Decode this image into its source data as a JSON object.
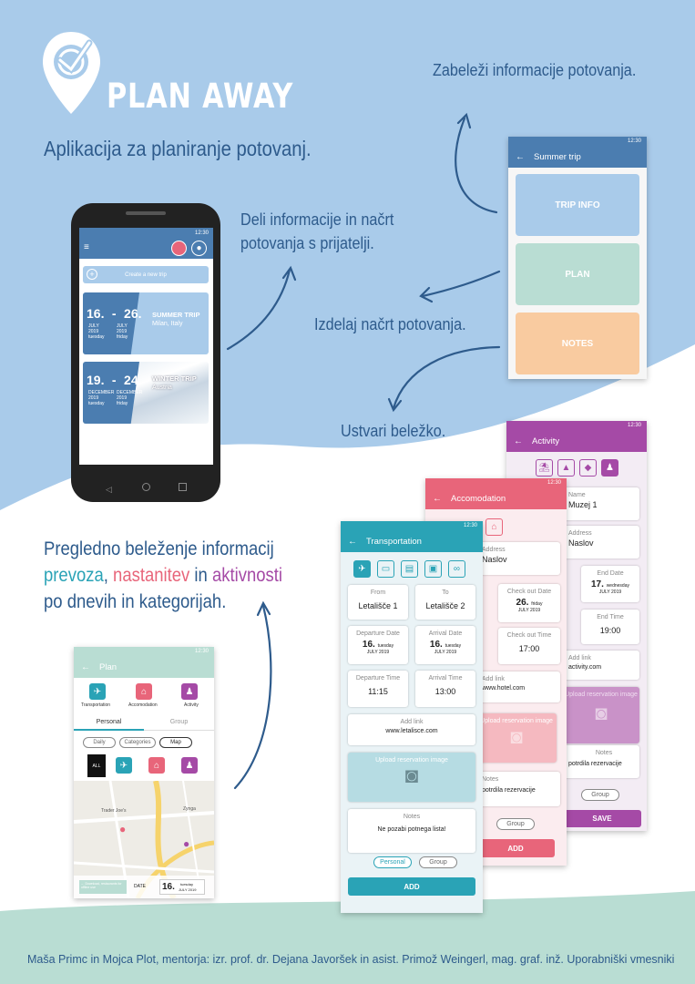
{
  "brand": {
    "name": "PLAN AWAY",
    "tagline": "Aplikacija za planiranje potovanj."
  },
  "colors": {
    "primary": "#2e5b8c",
    "sky": "#a9cbea",
    "mint": "#b9ddd3",
    "teal": "#2aa3b6",
    "pink": "#e8657a",
    "purple": "#a54aa6"
  },
  "captions": {
    "share": [
      "Deli informacije in načrt",
      "potovanja s prijatelji."
    ],
    "record": "Zabeleži informacije potovanja.",
    "plan": "Izdelaj načrt potovanja.",
    "note": "Ustvari beležko."
  },
  "features": {
    "line1": "Pregledno beleženje informacij",
    "prevoza": "prevoza",
    "comma": ",",
    "nastanitev": "nastanitev",
    "in1": "in",
    "aktivnosti": "aktivnosti",
    "line3": "po dnevih in kategorijah."
  },
  "footer": "Maša Primc in Mojca Plot, mentorja: izr. prof. dr. Dejana Javoršek in asist. Primož Weingerl, mag. graf. inž.  Uporabniški vmesniki",
  "phone": {
    "time": "12:30",
    "create": "Create a new trip",
    "trips": [
      {
        "d1": "16.",
        "dash": "-",
        "d2": "26.",
        "m1": "JULY",
        "y1": "2019",
        "w1": "tuesday",
        "m2": "JULY",
        "y2": "2019",
        "w2": "friday",
        "name": "SUMMER TRIP",
        "place": "Milan, Italy"
      },
      {
        "d1": "19.",
        "dash": "-",
        "d2": "24.",
        "m1": "DECEMBER",
        "y1": "2019",
        "w1": "tuesday",
        "m2": "DECEMBER",
        "y2": "2019",
        "w2": "friday",
        "name": "WINTER TRIP",
        "place": "Austria"
      }
    ]
  },
  "summer": {
    "time": "12:30",
    "title": "Summer trip",
    "tiles": [
      "TRIP INFO",
      "PLAN",
      "NOTES"
    ]
  },
  "activity": {
    "time": "12:30",
    "title": "Activity",
    "name_lbl": "Name",
    "name_val": "Muzej 1",
    "addr_lbl": "Address",
    "addr_val": "Naslov",
    "end_date_lbl": "End Date",
    "end_day": "17.",
    "end_wd": "wednesday",
    "end_my": "JULY 2019",
    "end_time_lbl": "End Time",
    "end_time": "19:00",
    "link_lbl": "Add link",
    "link": "activity.com",
    "upload": "Upload reservation image",
    "notes_lbl": "Notes",
    "notes": "potrdila rezervacije",
    "group": "Group",
    "save": "SAVE"
  },
  "accom": {
    "time": "12:30",
    "title": "Accomodation",
    "addr_lbl": "Address",
    "addr_val": "Naslov",
    "checkout_date_lbl": "Check out Date",
    "co_day": "26.",
    "co_wd": "friday",
    "co_my": "JULY 2019",
    "checkout_time_lbl": "Check out Time",
    "co_time": "17:00",
    "link_lbl": "Add link",
    "link": "www.hotel.com",
    "upload": "Upload reservation image",
    "notes_lbl": "Notes",
    "notes": "potrdila rezervacije",
    "group": "Group",
    "add": "ADD"
  },
  "transport": {
    "time": "12:30",
    "title": "Transportation",
    "from_lbl": "From",
    "from": "Letališče 1",
    "to_lbl": "To",
    "to": "Letališče 2",
    "dep_date_lbl": "Departure Date",
    "dep_day": "16.",
    "dep_wd": "tuesday",
    "dep_my": "JULY 2019",
    "arr_date_lbl": "Arrival Date",
    "arr_day": "16.",
    "arr_wd": "tuesday",
    "arr_my": "JULY 2019",
    "dep_time_lbl": "Departure Time",
    "dep_time": "11:15",
    "arr_time_lbl": "Arrival Time",
    "arr_time": "13:00",
    "link_lbl": "Add link",
    "link": "www.letalisce.com",
    "upload": "Upload reservation image",
    "notes_lbl": "Notes",
    "notes": "Ne pozabi potnega lista!",
    "personal": "Personal",
    "group": "Group",
    "add": "ADD"
  },
  "plan": {
    "time": "12:30",
    "title": "Plan",
    "cats": [
      "Transportation",
      "Accomodation",
      "Activity"
    ],
    "tabs": [
      "Personal",
      "Group"
    ],
    "filters": [
      "Daily",
      "Categories",
      "Map"
    ],
    "all": "ALL",
    "map_labels": [
      "Trader Joe's",
      "Zynga"
    ],
    "hint": "← Download, restaurants for offline use",
    "date_lbl": "DATE",
    "day": "16.",
    "wd": "tuesday",
    "my": "JULY 2019"
  }
}
